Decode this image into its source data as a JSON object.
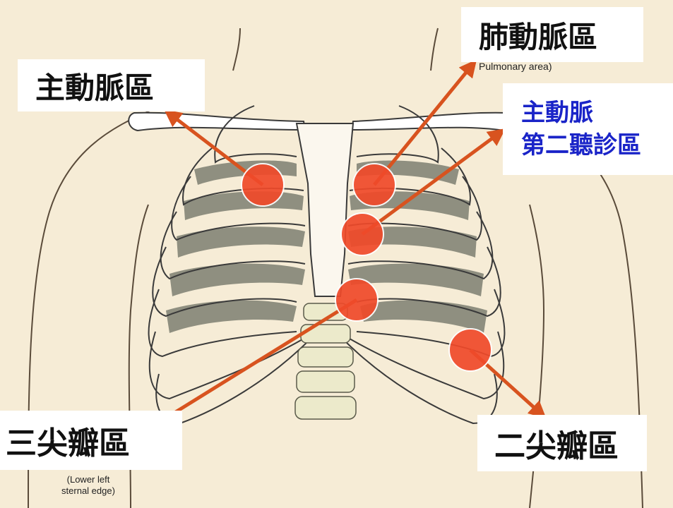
{
  "labels": {
    "aortic_area": "主動脈區",
    "pulmonary_area": "肺動脈區",
    "erb_point_line1": "主動脈",
    "erb_point_line2": "第二聽診區",
    "tricuspid_area": "三尖瓣區",
    "mitral_area": "二尖瓣區"
  },
  "english_labels": {
    "pulmonary": "Pulmonary area)",
    "lower_left_line1": "(Lower left",
    "lower_left_line2": "sternal edge)"
  },
  "colors": {
    "background": "#f6ecd6",
    "marker_fill": "#f04a2a",
    "arrow": "#d8531f",
    "erb_text": "#1a24c8",
    "label_text": "#111111"
  },
  "icons": {
    "ribcage": "ribcage-illustration",
    "marker": "auscultation-marker",
    "arrow": "pointer-arrow"
  }
}
